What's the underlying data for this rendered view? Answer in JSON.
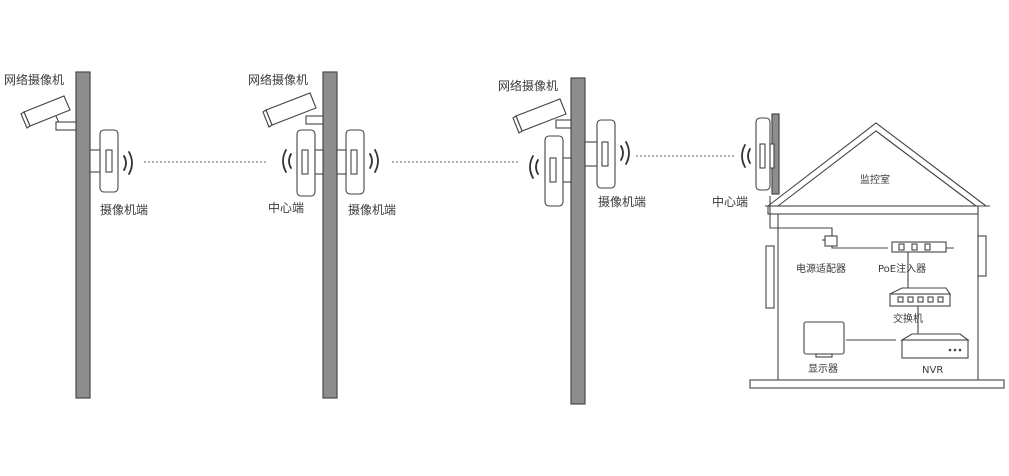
{
  "labels": {
    "camera_1": "网络摄像机",
    "camera_2": "网络摄像机",
    "camera_3": "网络摄像机",
    "camera_end_1": "摄像机端",
    "center_end_1": "中心端",
    "camera_end_2": "摄像机端",
    "camera_end_3": "摄像机端",
    "center_end_2": "中心端",
    "monitor_room": "监控室",
    "power_adapter": "电源适配器",
    "poe_injector": "PoE注入器",
    "switch": "交换机",
    "display": "显示器",
    "nvr": "NVR"
  },
  "colors": {
    "pole": "#8d8d8d",
    "outline": "#444444",
    "text": "#3a3a3a"
  }
}
